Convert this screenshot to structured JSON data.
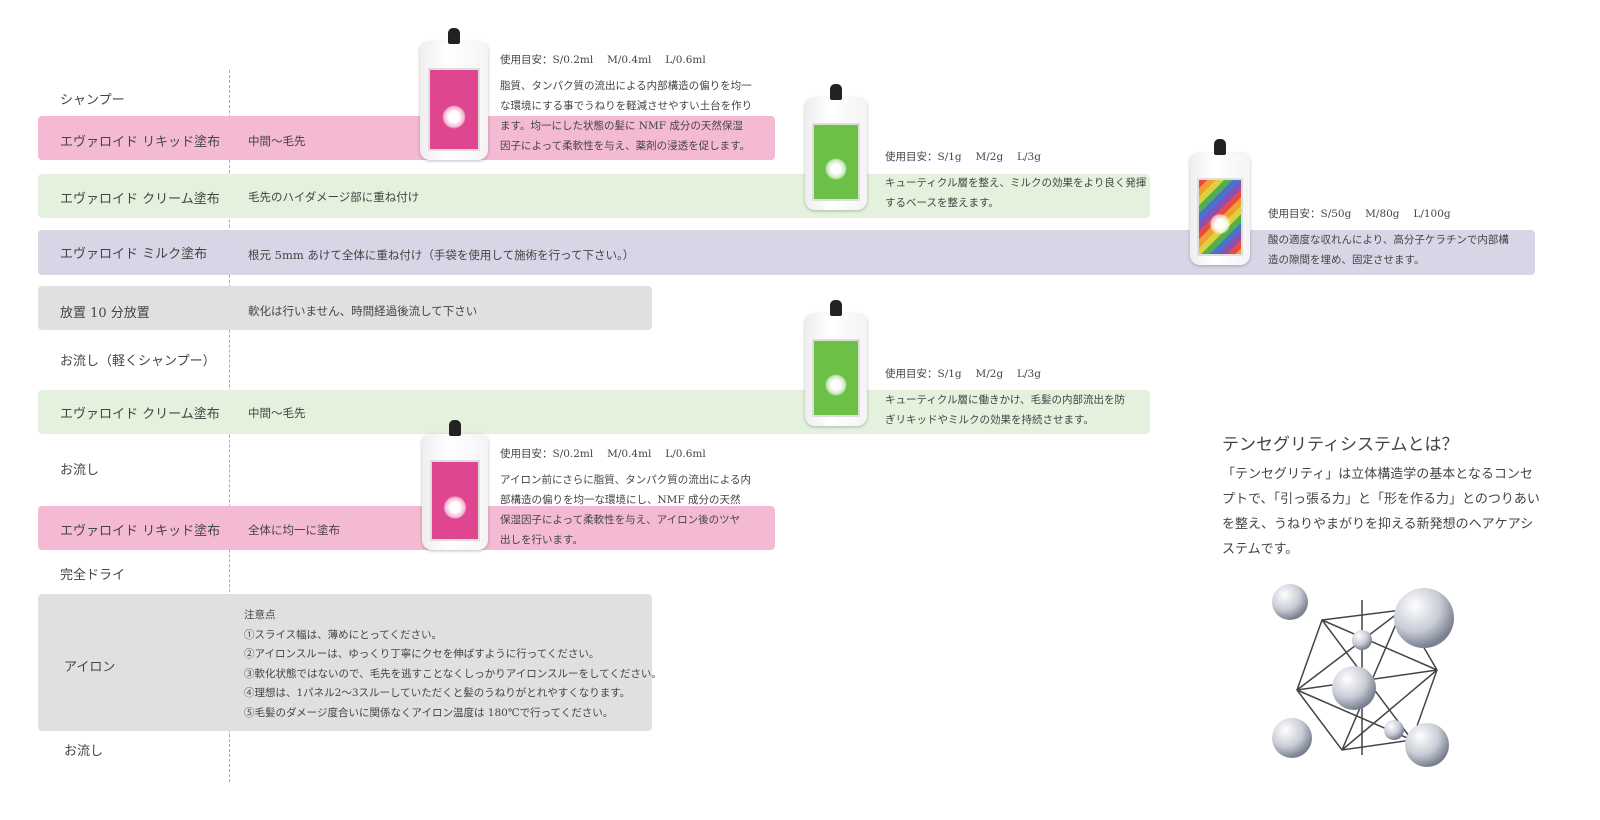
{
  "steps": [
    {
      "label": "シャンプー",
      "detail": ""
    },
    {
      "label": "エヴァロイド リキッド塗布",
      "detail": "中間〜毛先"
    },
    {
      "label": "エヴァロイド クリーム塗布",
      "detail": "毛先のハイダメージ部に重ね付け"
    },
    {
      "label": "エヴァロイド ミルク塗布",
      "detail": "根元 5mm あけて全体に重ね付け（手袋を使用して施術を行って下さい。）"
    },
    {
      "label": "放置 10 分放置",
      "detail": "軟化は行いません、時間経過後流して下さい"
    },
    {
      "label": "お流し（軽くシャンプー）",
      "detail": ""
    },
    {
      "label": "エヴァロイド クリーム塗布",
      "detail": "中間〜毛先"
    },
    {
      "label": "お流し",
      "detail": ""
    },
    {
      "label": "エヴァロイド リキッド塗布",
      "detail": "全体に均一に塗布"
    },
    {
      "label": "完全ドライ",
      "detail": ""
    },
    {
      "label": "アイロン",
      "detail": ""
    },
    {
      "label": "お流し",
      "detail": ""
    }
  ],
  "products": [
    {
      "type": "liquid",
      "color": "#e0458f",
      "usage": "使用目安：S/0.2ml　 M/0.4ml　 L/0.6ml",
      "desc": [
        "脂質、タンパク質の流出による内部構造の偏りを均一",
        "な環境にする事でうねりを軽減させやすい土台を作り",
        "ます。均一にした状態の髪に NMF 成分の天然保湿",
        "因子によって柔軟性を与え、薬剤の浸透を促します。"
      ]
    },
    {
      "type": "cream",
      "color": "#6cc048",
      "usage": "使用目安：S/1g　 M/2g　 L/3g",
      "desc": [
        "キューティクル層を整え、ミルクの効果をより良く発揮",
        "するベースを整えます。"
      ]
    },
    {
      "type": "milk",
      "color": "#8a6fb0",
      "usage": "使用目安：S/50g　 M/80g　 L/100g",
      "desc": [
        "酸の適度な収れんにより、高分子ケラチンで内部構",
        "造の隙間を埋め、固定させます。"
      ]
    },
    {
      "type": "cream",
      "color": "#6cc048",
      "usage": "使用目安：S/1g　 M/2g　 L/3g",
      "desc": [
        "キューティクル層に働きかけ、毛髪の内部流出を防",
        "ぎリキッドやミルクの効果を持続させます。"
      ]
    },
    {
      "type": "liquid",
      "color": "#e0458f",
      "usage": "使用目安：S/0.2ml　 M/0.4ml　 L/0.6ml",
      "desc": [
        "アイロン前にさらに脂質、タンパク質の流出による内",
        "部構造の偏りを均一な環境にし、NMF 成分の天然",
        "保湿因子によって柔軟性を与え、アイロン後のツヤ",
        "出しを行います。"
      ]
    }
  ],
  "iron_notes": {
    "title": "注意点",
    "items": [
      "①スライス幅は、薄めにとってください。",
      "②アイロンスルーは、ゆっくり丁寧にクセを伸ばすように行ってください。",
      "③軟化状態ではないので、毛先を逃すことなくしっかりアイロンスルーをしてください。",
      "④理想は、1パネル2〜3スルーしていただくと髪のうねりがとれやすくなります。",
      "⑤毛髪のダメージ度合いに関係なくアイロン温度は 180℃で行ってください。"
    ]
  },
  "tensegrity": {
    "title": "テンセグリティシステムとは？",
    "body": "「テンセグリティ」は立体構造学の基本となるコンセプトで、「引っ張る力」と「形を作る力」とのつりあいを整え、うねりやまがりを抑える新発想のヘアケアシステムです。"
  },
  "colors": {
    "pink": "#f4bad3",
    "green": "#e3f1dd",
    "purple": "#d6d6e6",
    "gray": "#e0e0e0"
  }
}
